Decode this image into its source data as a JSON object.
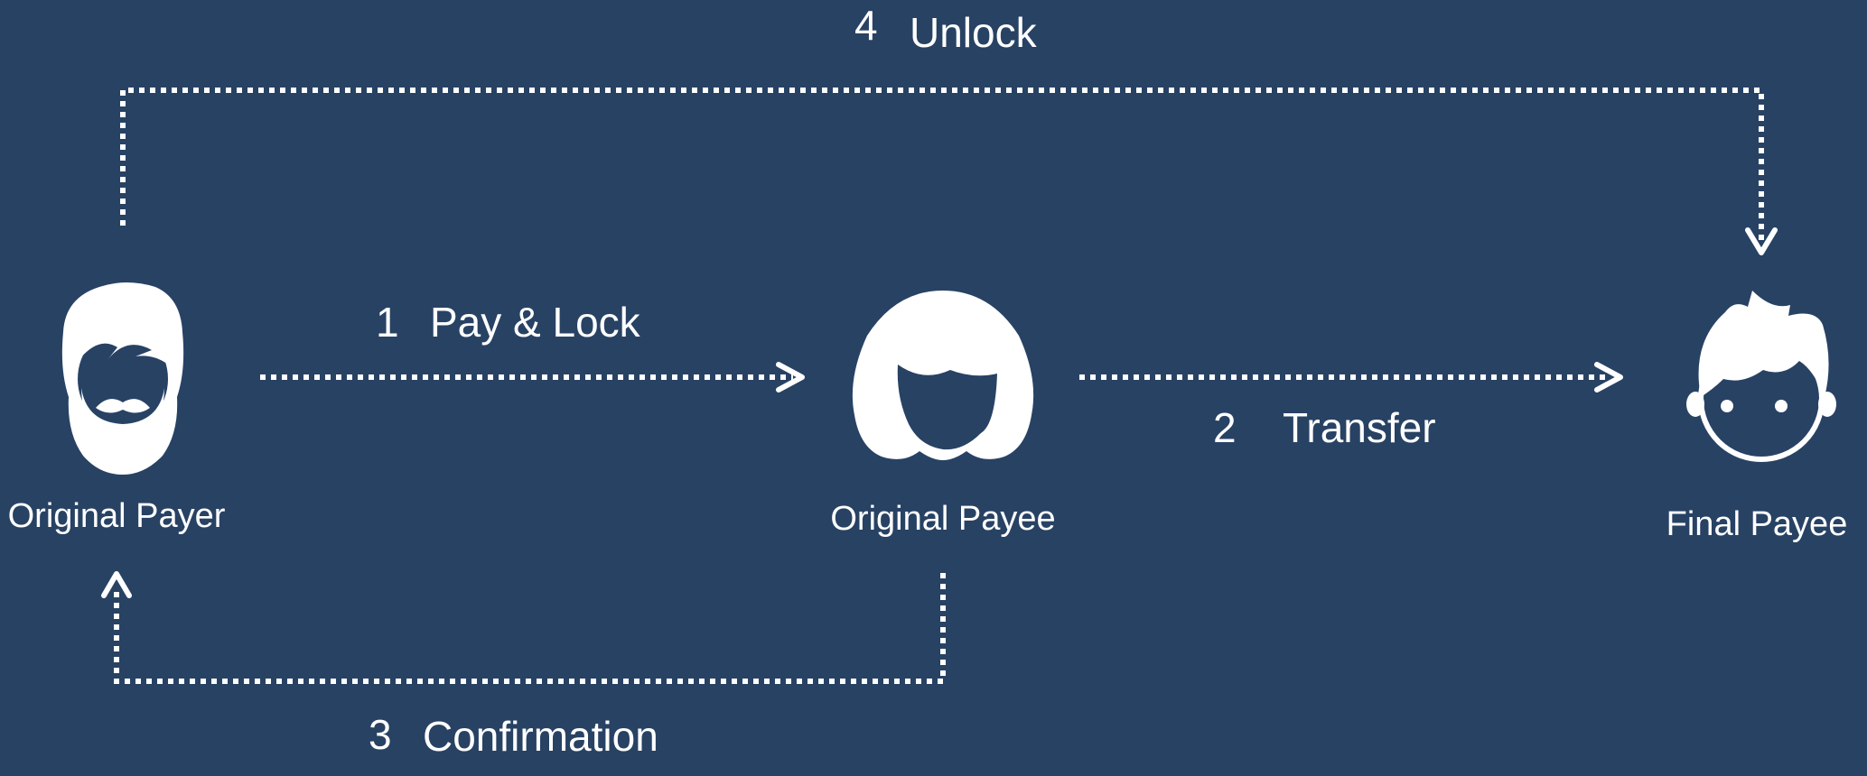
{
  "colors": {
    "background": "#284264",
    "foreground": "#ffffff"
  },
  "actors": {
    "original_payer": {
      "label": "Original Payer",
      "icon": "bearded-man-icon"
    },
    "original_payee": {
      "label": "Original Payee",
      "icon": "woman-icon"
    },
    "final_payee": {
      "label": "Final Payee",
      "icon": "boy-icon"
    }
  },
  "steps": {
    "pay_lock": {
      "number": "1",
      "label": "Pay & Lock"
    },
    "transfer": {
      "number": "2",
      "label": "Transfer"
    },
    "confirmation": {
      "number": "3",
      "label": "Confirmation"
    },
    "unlock": {
      "number": "4",
      "label": "Unlock"
    }
  }
}
